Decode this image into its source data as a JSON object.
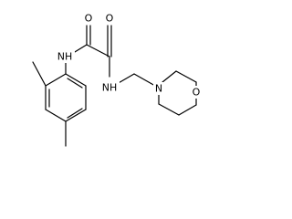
{
  "molecule": {
    "colors": {
      "bond": "#000000",
      "text": "#000000",
      "background": "#ffffff"
    },
    "atoms": {
      "oxygen_left_carbonyl": "O",
      "oxygen_right_carbonyl": "O",
      "nitrogen_aryl_amide": "NH",
      "nitrogen_alkyl_amide": "NH",
      "nitrogen_morpholine": "N",
      "oxygen_morpholine": "O"
    }
  }
}
